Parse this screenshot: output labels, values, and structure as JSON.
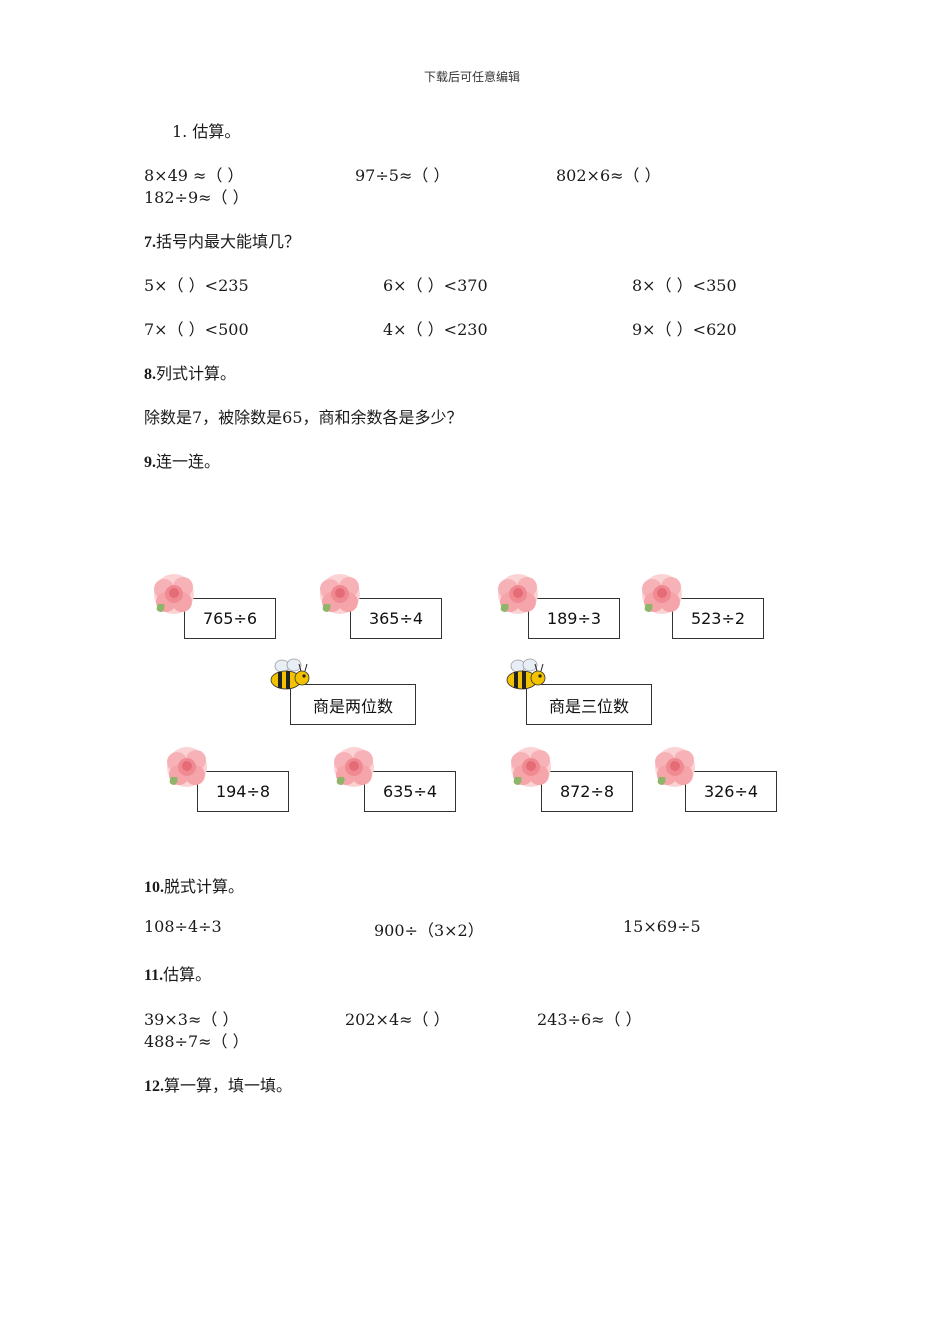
{
  "header": "下载后可任意编辑",
  "q1": {
    "title": "1.  估算。",
    "items": [
      "8×49 ≈（      ）",
      "97÷5≈（      ）",
      "802×6≈（      ）",
      "182÷9≈（      ）"
    ]
  },
  "q7": {
    "num": "7.",
    "title": "括号内最大能填几？",
    "rows": [
      [
        "5×（      ）<235",
        "6×（      ）<370",
        "8×（      ）<350"
      ],
      [
        "7×（      ）<500",
        "4×（      ）<230",
        "9×（      ）<620"
      ]
    ]
  },
  "q8": {
    "num": "8.",
    "title": "列式计算。",
    "text": "除数是7，被除数是65，商和余数各是多少？"
  },
  "q9": {
    "num": "9.",
    "title": "连一连。",
    "top_boxes": [
      "765÷6",
      "365÷4",
      "189÷3",
      "523÷2"
    ],
    "middle_boxes": [
      "商是两位数",
      "商是三位数"
    ],
    "bottom_boxes": [
      "194÷8",
      "635÷4",
      "872÷8",
      "326÷4"
    ]
  },
  "q10": {
    "num": "10.",
    "title": "脱式计算。",
    "items": [
      "108÷4÷3",
      "900÷（3×2）",
      "15×69÷5"
    ]
  },
  "q11": {
    "num": "11.",
    "title": "估算。",
    "items": [
      "39×3≈（      ）",
      "202×4≈（      ）",
      "243÷6≈（      ）",
      "488÷7≈（      ）"
    ]
  },
  "q12": {
    "num": "12.",
    "title": "算一算，填一填。"
  },
  "colors": {
    "flower": "#f4a3a8",
    "bee_body": "#f2c200",
    "text": "#1a1a1a"
  }
}
